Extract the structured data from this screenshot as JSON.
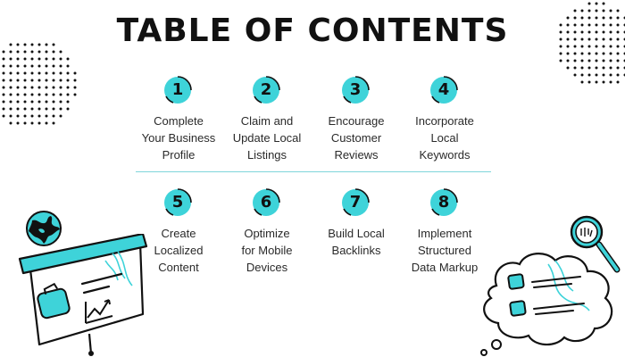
{
  "title": "TABLE OF CONTENTS",
  "colors": {
    "accent": "#3ed3d9",
    "ink": "#111111",
    "divider": "#7fd6db"
  },
  "items": [
    {
      "number": "1",
      "line1": "Complete",
      "line2": "Your Business",
      "line3": "Profile"
    },
    {
      "number": "2",
      "line1": "Claim and",
      "line2": "Update Local",
      "line3": "Listings"
    },
    {
      "number": "3",
      "line1": "Encourage",
      "line2": "Customer",
      "line3": "Reviews"
    },
    {
      "number": "4",
      "line1": "Incorporate",
      "line2": "Local",
      "line3": "Keywords"
    },
    {
      "number": "5",
      "line1": "Create",
      "line2": "Localized",
      "line3": "Content"
    },
    {
      "number": "6",
      "line1": "Optimize",
      "line2": "for Mobile",
      "line3": "Devices"
    },
    {
      "number": "7",
      "line1": "Build Local",
      "line2": "Backlinks",
      "line3": ""
    },
    {
      "number": "8",
      "line1": "Implement",
      "line2": "Structured",
      "line3": "Data Markup"
    }
  ],
  "decorations": [
    "halftone-dots",
    "globe-icon",
    "presentation-board-icon",
    "magnifier-icon",
    "thought-cloud-checklist-icon"
  ]
}
